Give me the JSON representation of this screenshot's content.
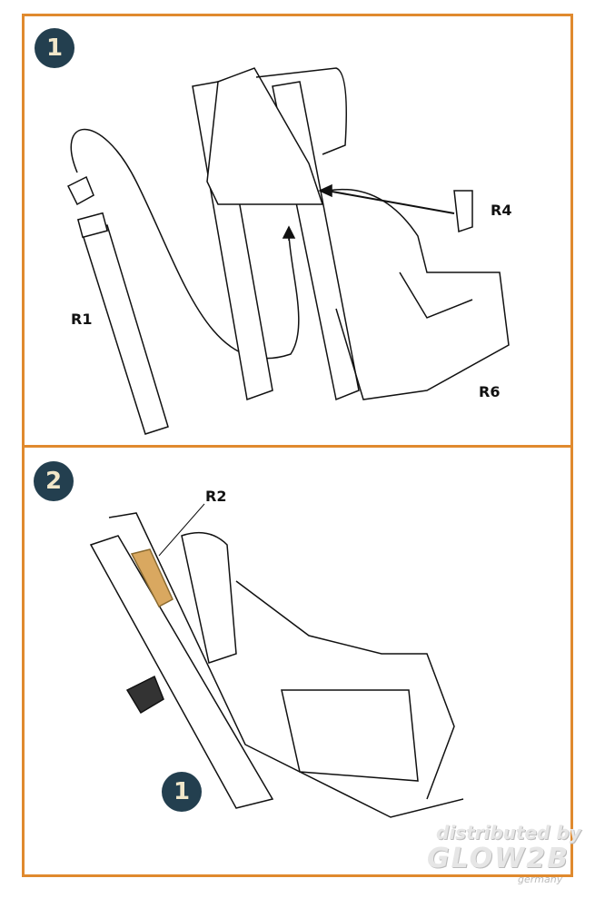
{
  "steps": [
    {
      "number": "1",
      "labels": {
        "r1": "R1",
        "r4": "R4",
        "r6": "R6"
      }
    },
    {
      "number": "2",
      "labels": {
        "r2": "R2"
      },
      "callout": "1"
    }
  ],
  "watermark": {
    "line1": "distributed by",
    "line2": "GLOW2B",
    "line3": "germany"
  },
  "colors": {
    "border": "#e08a2e",
    "badge": "#233f4f",
    "badge_text": "#f1e7c9",
    "part_highlight": "#d9a860"
  }
}
